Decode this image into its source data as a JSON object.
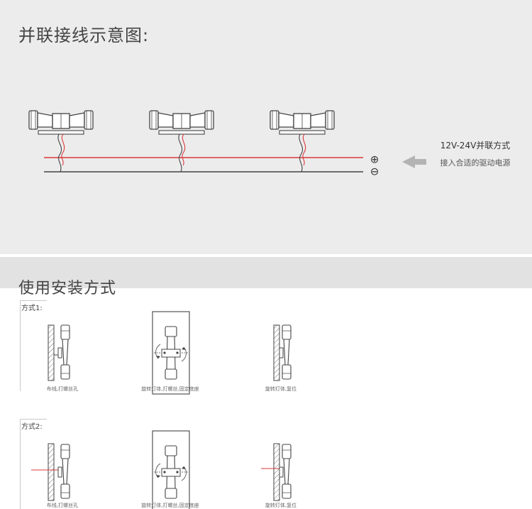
{
  "header": {
    "title": "并联接线示意图:"
  },
  "wiring": {
    "fixture_count": 3,
    "positive_symbol": "⊕",
    "negative_symbol": "⊖",
    "voltage_note": "12V-24V并联方式",
    "driver_note": "接入合适的驱动电源"
  },
  "install": {
    "section_title": "使用安装方式",
    "methods": [
      {
        "label": "方式1:",
        "steps": [
          {
            "caption": "布线,打螺丝孔"
          },
          {
            "caption": "旋转灯体,打螺丝,固定底座"
          },
          {
            "caption": "旋转灯体,复位"
          }
        ]
      },
      {
        "label": "方式2:",
        "steps": [
          {
            "caption": "布线,打螺丝孔"
          },
          {
            "caption": "旋转灯体,打螺丝,固定底座"
          },
          {
            "caption": "旋转灯体,复位"
          }
        ]
      }
    ]
  },
  "colors": {
    "positive_wire": "#d9393b",
    "negative_wire": "#444444",
    "arrow": "#b3b3b3",
    "panel": "#ececec",
    "band": "#e2e2e2"
  }
}
